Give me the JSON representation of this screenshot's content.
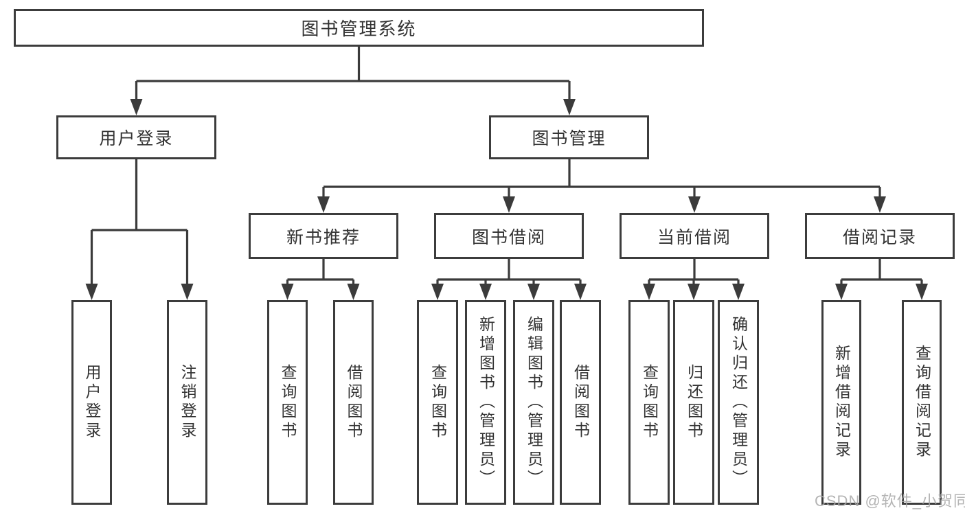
{
  "diagram_title": "图书管理系统",
  "tree": {
    "label": "图书管理系统",
    "children": [
      {
        "label": "用户登录",
        "children": [
          {
            "label": "用户登录"
          },
          {
            "label": "注销登录"
          }
        ]
      },
      {
        "label": "图书管理",
        "children": [
          {
            "label": "新书推荐",
            "children": [
              {
                "label": "查询图书"
              },
              {
                "label": "借阅图书"
              }
            ]
          },
          {
            "label": "图书借阅",
            "children": [
              {
                "label": "查询图书"
              },
              {
                "label": "新增图书（管理员）"
              },
              {
                "label": "编辑图书（管理员）"
              },
              {
                "label": "借阅图书"
              }
            ]
          },
          {
            "label": "当前借阅",
            "children": [
              {
                "label": "查询图书"
              },
              {
                "label": "归还图书"
              },
              {
                "label": "确认归还（管理员）"
              }
            ]
          },
          {
            "label": "借阅记录",
            "children": [
              {
                "label": "新增借阅记录"
              },
              {
                "label": "查询借阅记录"
              }
            ]
          }
        ]
      }
    ]
  },
  "watermark": "CSDN @软件_小贺同学",
  "colors": {
    "line": "#3b3b3b",
    "box_border": "#3c3c3c",
    "text": "#333333",
    "background": "#ffffff",
    "watermark": "#a7a7a7"
  }
}
